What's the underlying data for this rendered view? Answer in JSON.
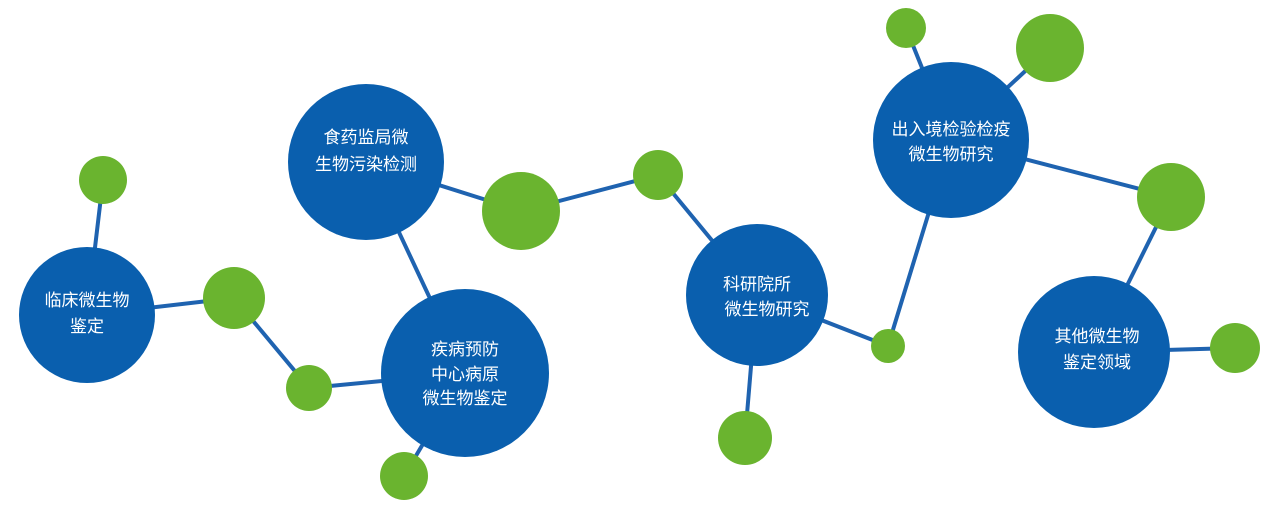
{
  "colors": {
    "blue_node": "#0a5fae",
    "green_node": "#6ab42f",
    "edge": "#1f63b0",
    "label": "#ffffff"
  },
  "nodes": {
    "clinical": {
      "lines": [
        "临床微生物",
        "鉴定"
      ]
    },
    "food_drug": {
      "lines": [
        "食药监局微",
        "生物污染检测"
      ]
    },
    "cdc": {
      "lines": [
        "疾病预防",
        "中心病原",
        "微生物鉴定"
      ]
    },
    "research": {
      "lines": [
        "科研院所",
        "微生物研究"
      ]
    },
    "entry_exit": {
      "lines": [
        "出入境检验检疫",
        "微生物研究"
      ]
    },
    "other": {
      "lines": [
        "其他微生物",
        "鉴定领域"
      ]
    }
  }
}
